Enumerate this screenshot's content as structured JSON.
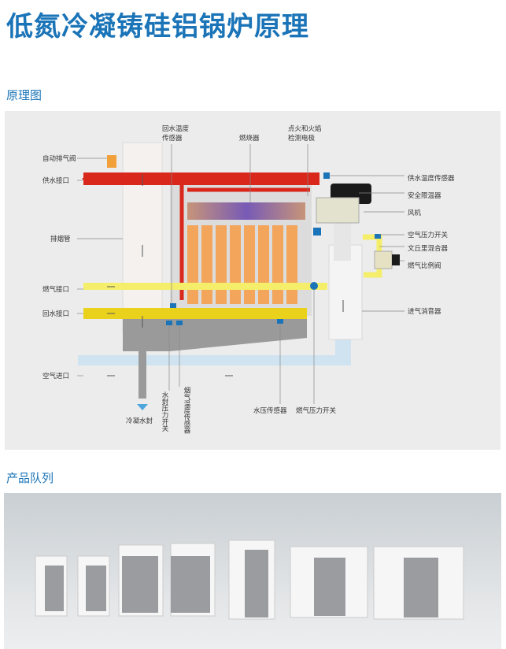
{
  "header": {
    "title": "低氮冷凝铸硅铝锅炉原理"
  },
  "sections": {
    "principle": "原理图",
    "products": "产品队列"
  },
  "diagram": {
    "labels": {
      "auto_vent": "自动排气阀",
      "supply_port": "供水接口",
      "flue": "排烟管",
      "gas_port": "燃气接口",
      "return_port": "回水接口",
      "air_inlet": "空气进口",
      "return_temp_1": "回水温度",
      "return_temp_2": "传感器",
      "burner": "燃烧器",
      "ignition_1": "点火和火焰",
      "ignition_2": "检测电极",
      "supply_temp": "供水温度传感器",
      "safety_limit": "安全限温器",
      "fan": "风机",
      "air_pressure_switch": "空气压力开关",
      "venturi": "文丘里混合器",
      "gas_valve": "燃气比例阀",
      "silencer": "进气消音器",
      "condensate_seal": "冷凝水封",
      "water_seal_switch": "水封压力开关",
      "flue_temp_sensor": "烟气温度传感器",
      "water_pressure_sensor": "水压传感器",
      "gas_pressure_switch": "燃气压力开关"
    },
    "colors": {
      "supply_pipe": "#d9271c",
      "gas_pipe": "#f4ee6a",
      "return_pipe": "#ead21c",
      "air_duct": "#cfe3f1",
      "chamber": "#9a9a9a",
      "accent": "#1a74b7"
    }
  },
  "products": {
    "count": 7
  }
}
